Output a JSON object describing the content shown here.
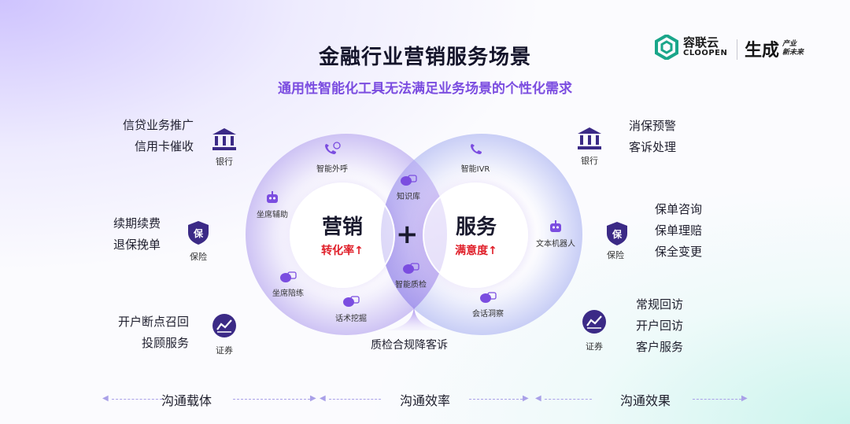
{
  "header": {
    "title": "金融行业营销服务场景",
    "subtitle": "通用性智能化工具无法满足业务场景的个性化需求"
  },
  "logos": {
    "brand_cn": "容联云",
    "brand_en": "CLOOPEN",
    "slogan_main": "生成",
    "slogan_line1": "产业",
    "slogan_line2": "新未来"
  },
  "left_scenes": [
    {
      "lines": [
        "信贷业务推广",
        "信用卡催收"
      ],
      "icon_label": "银行",
      "icon": "bank-icon"
    },
    {
      "lines": [
        "续期续费",
        "退保挽单"
      ],
      "icon_label": "保险",
      "icon": "insurance-shield-icon"
    },
    {
      "lines": [
        "开户断点召回",
        "投顾服务"
      ],
      "icon_label": "证券",
      "icon": "securities-chart-icon"
    }
  ],
  "right_scenes": [
    {
      "lines": [
        "消保预警",
        "客诉处理"
      ],
      "icon_label": "银行",
      "icon": "bank-icon"
    },
    {
      "lines": [
        "保单咨询",
        "保单理赔",
        "保全变更"
      ],
      "icon_label": "保险",
      "icon": "insurance-shield-icon"
    },
    {
      "lines": [
        "常规回访",
        "开户回访",
        "客户服务"
      ],
      "icon_label": "证券",
      "icon": "securities-chart-icon"
    }
  ],
  "center": {
    "marketing": {
      "title": "营销",
      "metric": "转化率↑"
    },
    "service": {
      "title": "服务",
      "metric": "满意度↑"
    },
    "plus": "+",
    "bottom_caption": "质检合规降客诉",
    "nodes": {
      "ai_outbound": "智能外呼",
      "agent_assist": "坐席辅助",
      "agent_training": "坐席陪练",
      "script_mining": "话术挖掘",
      "knowledge_base": "知识库",
      "smart_qa": "智能质检",
      "smart_ivr": "智能IVR",
      "text_robot": "文本机器人",
      "session_insight": "会话洞察"
    }
  },
  "bottom_axis": {
    "labels": [
      "沟通载体",
      "沟通效率",
      "沟通效果"
    ]
  },
  "colors": {
    "accent_purple": "#7b4de0",
    "deep_purple": "#3b2a86",
    "metric_red": "#e0202a",
    "brand_green": "#1aa68a"
  }
}
